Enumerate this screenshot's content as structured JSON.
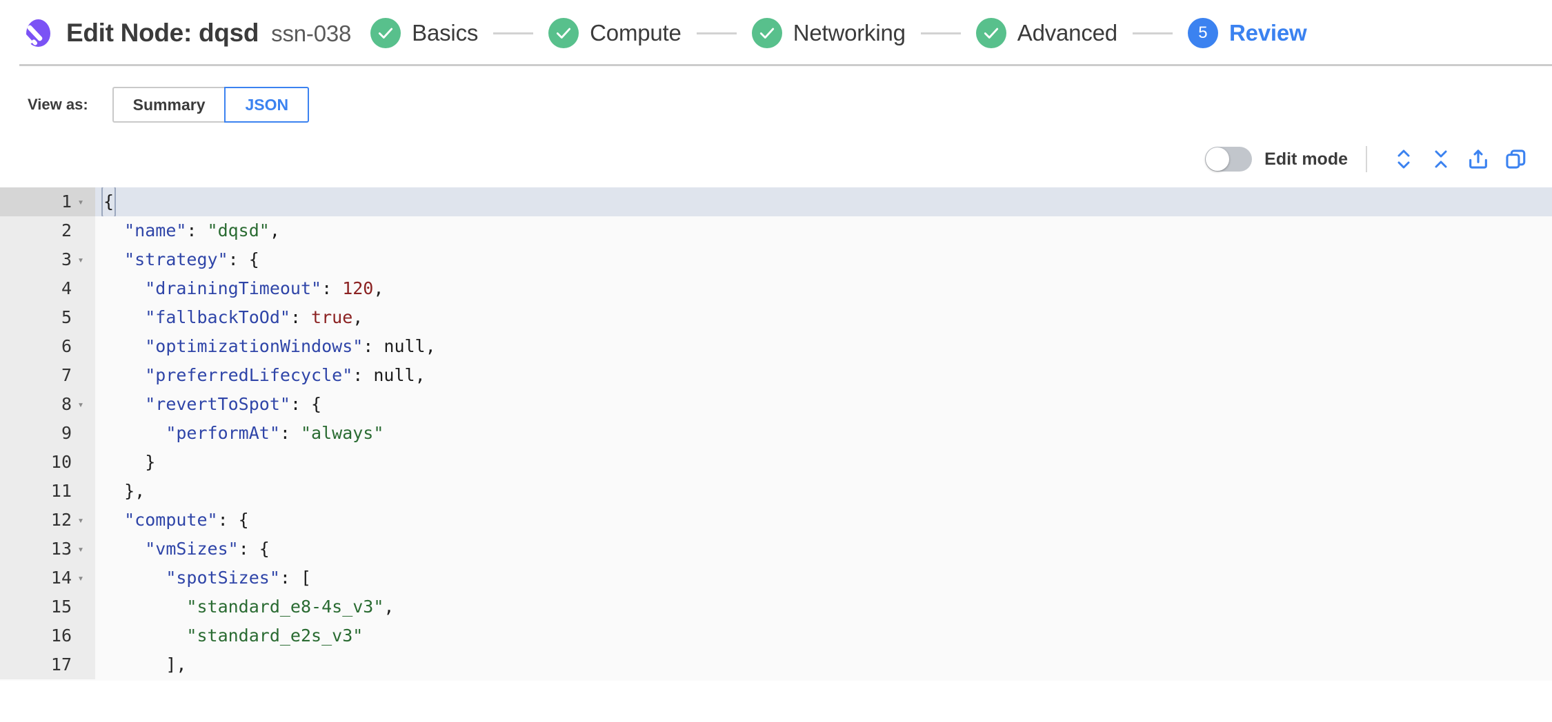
{
  "header": {
    "logo_name": "spot-logo",
    "title": "Edit Node: dqsd",
    "subtitle": "ssn-038",
    "brand_color": "#7b52f5"
  },
  "stepper": {
    "done_color": "#58c08c",
    "current_color": "#3b82f0",
    "steps": [
      {
        "label": "Basics",
        "state": "done",
        "badge": "check"
      },
      {
        "label": "Compute",
        "state": "done",
        "badge": "check"
      },
      {
        "label": "Networking",
        "state": "done",
        "badge": "check"
      },
      {
        "label": "Advanced",
        "state": "done",
        "badge": "check"
      },
      {
        "label": "Review",
        "state": "current",
        "badge": "5"
      }
    ]
  },
  "view_as": {
    "label": "View as:",
    "options": [
      "Summary",
      "JSON"
    ],
    "selected": "JSON"
  },
  "editor_toolbar": {
    "edit_mode_label": "Edit mode",
    "edit_mode_on": false,
    "icons": [
      {
        "name": "expand-all-icon",
        "title": "Expand all"
      },
      {
        "name": "collapse-all-icon",
        "title": "Collapse all"
      },
      {
        "name": "export-icon",
        "title": "Export"
      },
      {
        "name": "copy-icon",
        "title": "Copy"
      }
    ],
    "icon_color": "#3b82f0"
  },
  "json_editor": {
    "active_line": 1,
    "syntax_colors": {
      "key": "#2f45a8",
      "string": "#2a6b32",
      "number": "#8b2222",
      "boolean": "#8b2222",
      "null": "#1c1c1c",
      "punctuation": "#1c1c1c"
    },
    "lines": [
      {
        "no": "1",
        "fold": true,
        "indent": 0,
        "tokens": [
          {
            "t": "p",
            "v": "{",
            "cursor": true
          }
        ]
      },
      {
        "no": "2",
        "fold": false,
        "indent": 1,
        "tokens": [
          {
            "t": "k",
            "v": "\"name\""
          },
          {
            "t": "p",
            "v": ": "
          },
          {
            "t": "s",
            "v": "\"dqsd\""
          },
          {
            "t": "p",
            "v": ","
          }
        ]
      },
      {
        "no": "3",
        "fold": true,
        "indent": 1,
        "tokens": [
          {
            "t": "k",
            "v": "\"strategy\""
          },
          {
            "t": "p",
            "v": ": {"
          }
        ]
      },
      {
        "no": "4",
        "fold": false,
        "indent": 2,
        "tokens": [
          {
            "t": "k",
            "v": "\"drainingTimeout\""
          },
          {
            "t": "p",
            "v": ": "
          },
          {
            "t": "n",
            "v": "120"
          },
          {
            "t": "p",
            "v": ","
          }
        ]
      },
      {
        "no": "5",
        "fold": false,
        "indent": 2,
        "tokens": [
          {
            "t": "k",
            "v": "\"fallbackToOd\""
          },
          {
            "t": "p",
            "v": ": "
          },
          {
            "t": "b",
            "v": "true"
          },
          {
            "t": "p",
            "v": ","
          }
        ]
      },
      {
        "no": "6",
        "fold": false,
        "indent": 2,
        "tokens": [
          {
            "t": "k",
            "v": "\"optimizationWindows\""
          },
          {
            "t": "p",
            "v": ": "
          },
          {
            "t": "nl",
            "v": "null"
          },
          {
            "t": "p",
            "v": ","
          }
        ]
      },
      {
        "no": "7",
        "fold": false,
        "indent": 2,
        "tokens": [
          {
            "t": "k",
            "v": "\"preferredLifecycle\""
          },
          {
            "t": "p",
            "v": ": "
          },
          {
            "t": "nl",
            "v": "null"
          },
          {
            "t": "p",
            "v": ","
          }
        ]
      },
      {
        "no": "8",
        "fold": true,
        "indent": 2,
        "tokens": [
          {
            "t": "k",
            "v": "\"revertToSpot\""
          },
          {
            "t": "p",
            "v": ": {"
          }
        ]
      },
      {
        "no": "9",
        "fold": false,
        "indent": 3,
        "tokens": [
          {
            "t": "k",
            "v": "\"performAt\""
          },
          {
            "t": "p",
            "v": ": "
          },
          {
            "t": "s",
            "v": "\"always\""
          }
        ]
      },
      {
        "no": "10",
        "fold": false,
        "indent": 2,
        "tokens": [
          {
            "t": "p",
            "v": "}"
          }
        ]
      },
      {
        "no": "11",
        "fold": false,
        "indent": 1,
        "tokens": [
          {
            "t": "p",
            "v": "},"
          }
        ]
      },
      {
        "no": "12",
        "fold": true,
        "indent": 1,
        "tokens": [
          {
            "t": "k",
            "v": "\"compute\""
          },
          {
            "t": "p",
            "v": ": {"
          }
        ]
      },
      {
        "no": "13",
        "fold": true,
        "indent": 2,
        "tokens": [
          {
            "t": "k",
            "v": "\"vmSizes\""
          },
          {
            "t": "p",
            "v": ": {"
          }
        ]
      },
      {
        "no": "14",
        "fold": true,
        "indent": 3,
        "tokens": [
          {
            "t": "k",
            "v": "\"spotSizes\""
          },
          {
            "t": "p",
            "v": ": ["
          }
        ]
      },
      {
        "no": "15",
        "fold": false,
        "indent": 4,
        "tokens": [
          {
            "t": "s",
            "v": "\"standard_e8-4s_v3\""
          },
          {
            "t": "p",
            "v": ","
          }
        ]
      },
      {
        "no": "16",
        "fold": false,
        "indent": 4,
        "tokens": [
          {
            "t": "s",
            "v": "\"standard_e2s_v3\""
          }
        ]
      },
      {
        "no": "17",
        "fold": false,
        "indent": 3,
        "tokens": [
          {
            "t": "p",
            "v": "],"
          }
        ]
      }
    ]
  }
}
